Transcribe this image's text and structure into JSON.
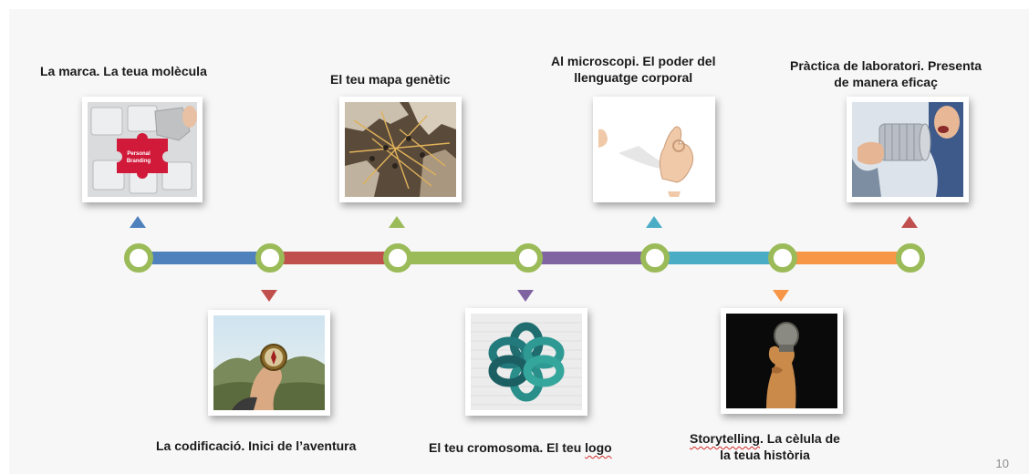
{
  "milestones": {
    "m1": {
      "label": "La marca.  La teua molècula",
      "icon": "puzzle-personal-branding"
    },
    "m2": {
      "label": "La codificació.  Inici de l’aventura",
      "icon": "compass-in-hand"
    },
    "m3": {
      "label": "El teu mapa genètic",
      "icon": "pins-and-strings-map"
    },
    "m4": {
      "label_main": "El teu cromosoma. El teu ",
      "label_underlined": "logo",
      "icon": "interlocking-ribbon-logo"
    },
    "m5": {
      "label_line1": "Al microscopi.  El poder del",
      "label_line2": "llenguatge corporal",
      "icon": "ok-hand-gesture"
    },
    "m6": {
      "label_underlined": "Storytelling",
      "label_line1_rest": ". La cèlula de",
      "label_line2": "la teua història",
      "icon": "bulb-in-hand"
    },
    "m7": {
      "label_line1": "Pràctica de laboratori.  Presenta",
      "label_line2": "de manera  eficaç",
      "icon": "tin-can-phone"
    }
  },
  "colors": {
    "blue": "#4f81bd",
    "red": "#c0504d",
    "green": "#9bbb59",
    "purple": "#8064a2",
    "teal": "#4bacc6",
    "orange": "#f79646"
  },
  "page_number": "10"
}
